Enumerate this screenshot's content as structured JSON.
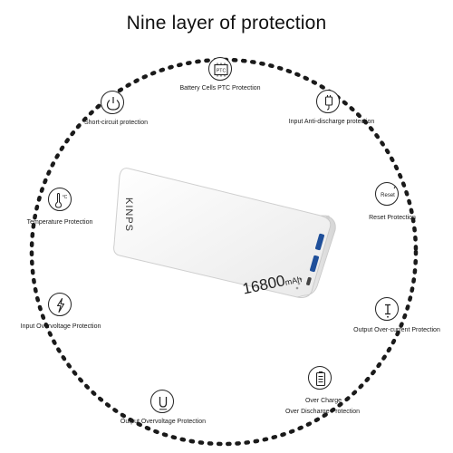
{
  "title": "Nine layer of protection",
  "product": {
    "brand": "KINPS",
    "capacity": "16800",
    "capacity_unit": "mAh"
  },
  "protections": [
    {
      "label": "Battery Cells PTC Protection",
      "icon": "ptc-chip-icon",
      "icon_text": "PTC"
    },
    {
      "label": "Input Anti-discharge protection",
      "icon": "plug-icon"
    },
    {
      "label": "Reset Protection",
      "icon": "reset-icon",
      "icon_text": "Reset"
    },
    {
      "label": "Output Over-current Protection",
      "icon": "current-icon"
    },
    {
      "label": "Over Charge",
      "label2": "Over Discharge Protection",
      "icon": "battery-icon"
    },
    {
      "label": "Output Overvoltage Protection",
      "icon": "voltage-u-icon"
    },
    {
      "label": "Input Overvoltage Protection",
      "icon": "lightning-icon"
    },
    {
      "label": "Temperature Protection",
      "icon": "thermometer-icon",
      "icon_text": "°C"
    },
    {
      "label": "Short-circuit protection",
      "icon": "power-icon"
    }
  ]
}
